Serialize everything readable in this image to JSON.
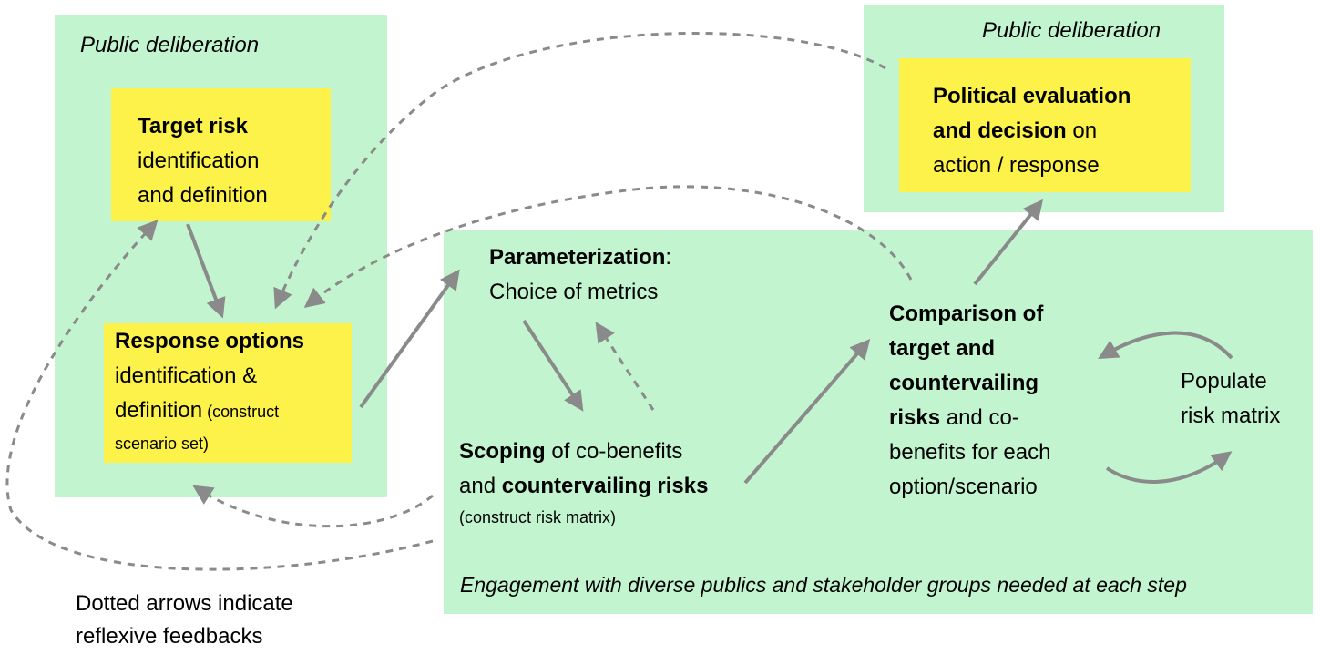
{
  "panels": {
    "left_label": "Public deliberation",
    "top_right_label": "Public deliberation",
    "engagement_note": "Engagement with diverse publics and stakeholder groups needed at each step"
  },
  "boxes": {
    "target_risk": {
      "bold": "Target risk",
      "line2": "identification",
      "line3": "and definition"
    },
    "response_options": {
      "bold": "Response options",
      "line2": "identification &",
      "line3_main": "definition",
      "line3_small": " (construct",
      "line4_small": "scenario set)"
    },
    "political": {
      "bold1": "Political evaluation",
      "bold2": "and decision",
      "rest2": " on",
      "line3": "action / response"
    }
  },
  "steps": {
    "parameterization": {
      "bold": "Parameterization",
      "rest": ":",
      "line2": "Choice of metrics"
    },
    "scoping": {
      "bold": "Scoping",
      "rest1": " of co-benefits",
      "plain2": "and ",
      "bold2": "countervailing risks",
      "small": "(construct risk matrix)"
    },
    "comparison": {
      "line1": "Comparison of",
      "line2": "target and",
      "line3": "countervailing",
      "line4_bold": "risks",
      "line4_rest": " and co-",
      "line5": "benefits for each",
      "line6": "option/scenario"
    },
    "populate": {
      "line1": "Populate",
      "line2": "risk matrix"
    }
  },
  "legend": {
    "line1": "Dotted arrows indicate",
    "line2": "reflexive feedbacks"
  },
  "colors": {
    "panel_green": "#c2f5cf",
    "box_yellow": "#fdf24a",
    "arrow_gray": "#8a8a8a"
  }
}
